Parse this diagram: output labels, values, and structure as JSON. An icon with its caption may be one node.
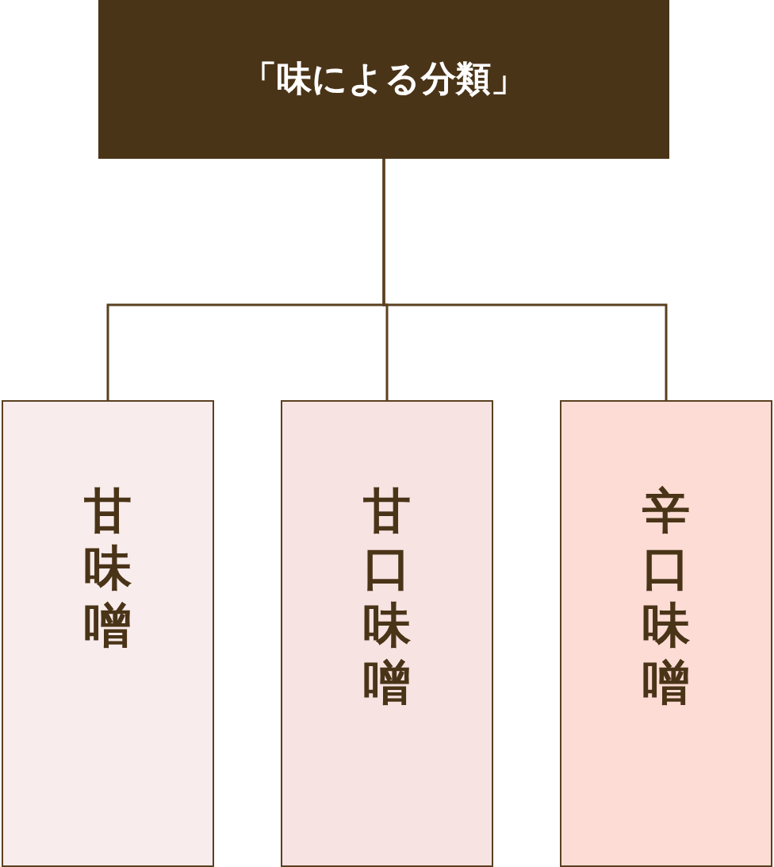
{
  "diagram": {
    "nodes": [
      {
        "text": [
          "「味による分類」"
        ]
      },
      {
        "text": [
          "甘味噌"
        ]
      },
      {
        "text": [
          "甘口味噌"
        ]
      },
      {
        "text": [
          "辛口味噌"
        ]
      }
    ],
    "edges": [
      {
        "from": 0,
        "to": 1,
        "arrow": "none"
      },
      {
        "from": 0,
        "to": 2,
        "arrow": "none"
      },
      {
        "from": 0,
        "to": 3,
        "arrow": "none"
      }
    ]
  }
}
